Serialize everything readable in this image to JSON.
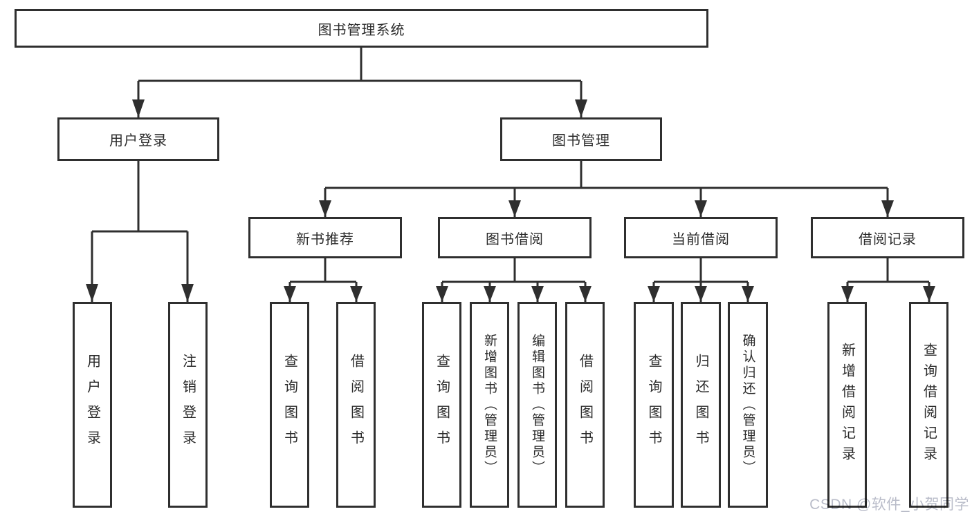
{
  "diagram_title": "图书管理系统",
  "tree": {
    "root": {
      "label": "图书管理系统",
      "children": [
        {
          "label": "用户登录",
          "children": [
            {
              "label": "用户登录"
            },
            {
              "label": "注销登录"
            }
          ]
        },
        {
          "label": "图书管理",
          "children": [
            {
              "label": "新书推荐",
              "children": [
                {
                  "label": "查询图书"
                },
                {
                  "label": "借阅图书"
                }
              ]
            },
            {
              "label": "图书借阅",
              "children": [
                {
                  "label": "查询图书"
                },
                {
                  "label": "新增图书（管理员）"
                },
                {
                  "label": "编辑图书（管理员）"
                },
                {
                  "label": "借阅图书"
                }
              ]
            },
            {
              "label": "当前借阅",
              "children": [
                {
                  "label": "查询图书"
                },
                {
                  "label": "归还图书"
                },
                {
                  "label": "确认归还（管理员）"
                }
              ]
            },
            {
              "label": "借阅记录",
              "children": [
                {
                  "label": "新增借阅记录"
                },
                {
                  "label": "查询借阅记录"
                }
              ]
            }
          ]
        }
      ]
    }
  },
  "watermark": {
    "text": "CSDN @软件_小贺同学"
  },
  "colors": {
    "line": "#2f2f2f",
    "box_border": "#2f2f2f",
    "box_fill": "#ffffff",
    "text": "#2b2b2b",
    "background": "#ffffff",
    "watermark": "#b9bcc9"
  }
}
